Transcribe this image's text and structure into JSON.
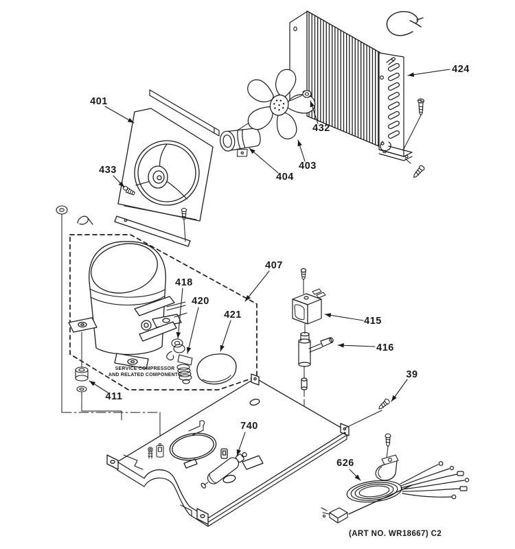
{
  "diagram": {
    "caption": "(ART NO. WR18667) C2",
    "service_note": {
      "line1": "SERVICE COMPRESSOR",
      "line2": "AND RELATED COMPONENTS"
    },
    "colors": {
      "line": "#1a1a1a",
      "background": "#ffffff"
    },
    "callouts": {
      "c39": "39",
      "c401": "401",
      "c403": "403",
      "c404": "404",
      "c407": "407",
      "c411": "411",
      "c415": "415",
      "c416": "416",
      "c418": "418",
      "c420": "420",
      "c421": "421",
      "c424": "424",
      "c432": "432",
      "c433": "433",
      "c626": "626",
      "c740": "740"
    }
  }
}
